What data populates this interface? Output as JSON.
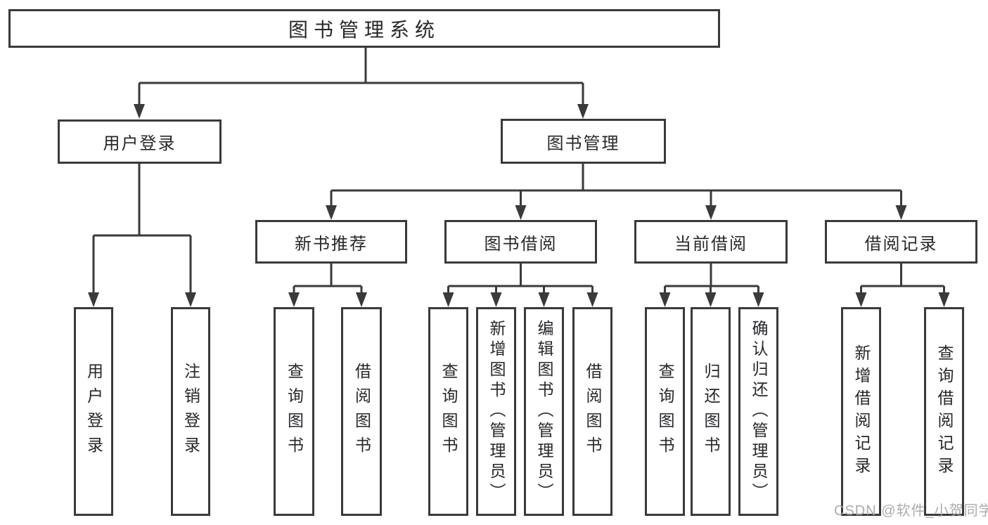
{
  "diagram": {
    "title": "图书管理系统",
    "type": "hierarchy-tree",
    "tree": {
      "label": "图书管理系统",
      "children": [
        {
          "label": "用户登录",
          "children": [
            {
              "label": "用户登录"
            },
            {
              "label": "注销登录"
            }
          ]
        },
        {
          "label": "图书管理",
          "children": [
            {
              "label": "新书推荐",
              "children": [
                {
                  "label": "查询图书"
                },
                {
                  "label": "借阅图书"
                }
              ]
            },
            {
              "label": "图书借阅",
              "children": [
                {
                  "label": "查询图书"
                },
                {
                  "label": "新增图书（管理员）"
                },
                {
                  "label": "编辑图书（管理员）"
                },
                {
                  "label": "借阅图书"
                }
              ]
            },
            {
              "label": "当前借阅",
              "children": [
                {
                  "label": "查询图书"
                },
                {
                  "label": "归还图书"
                },
                {
                  "label": "确认归还（管理员）"
                }
              ]
            },
            {
              "label": "借阅记录",
              "children": [
                {
                  "label": "新增借阅记录"
                },
                {
                  "label": "查询借阅记录"
                }
              ]
            }
          ]
        }
      ]
    },
    "watermark": "CSDN @软件_小贺同学",
    "colors": {
      "line": "#3a3a3a",
      "text": "#26272b",
      "watermark": "#a3a3a3",
      "background": "#ffffff"
    }
  }
}
